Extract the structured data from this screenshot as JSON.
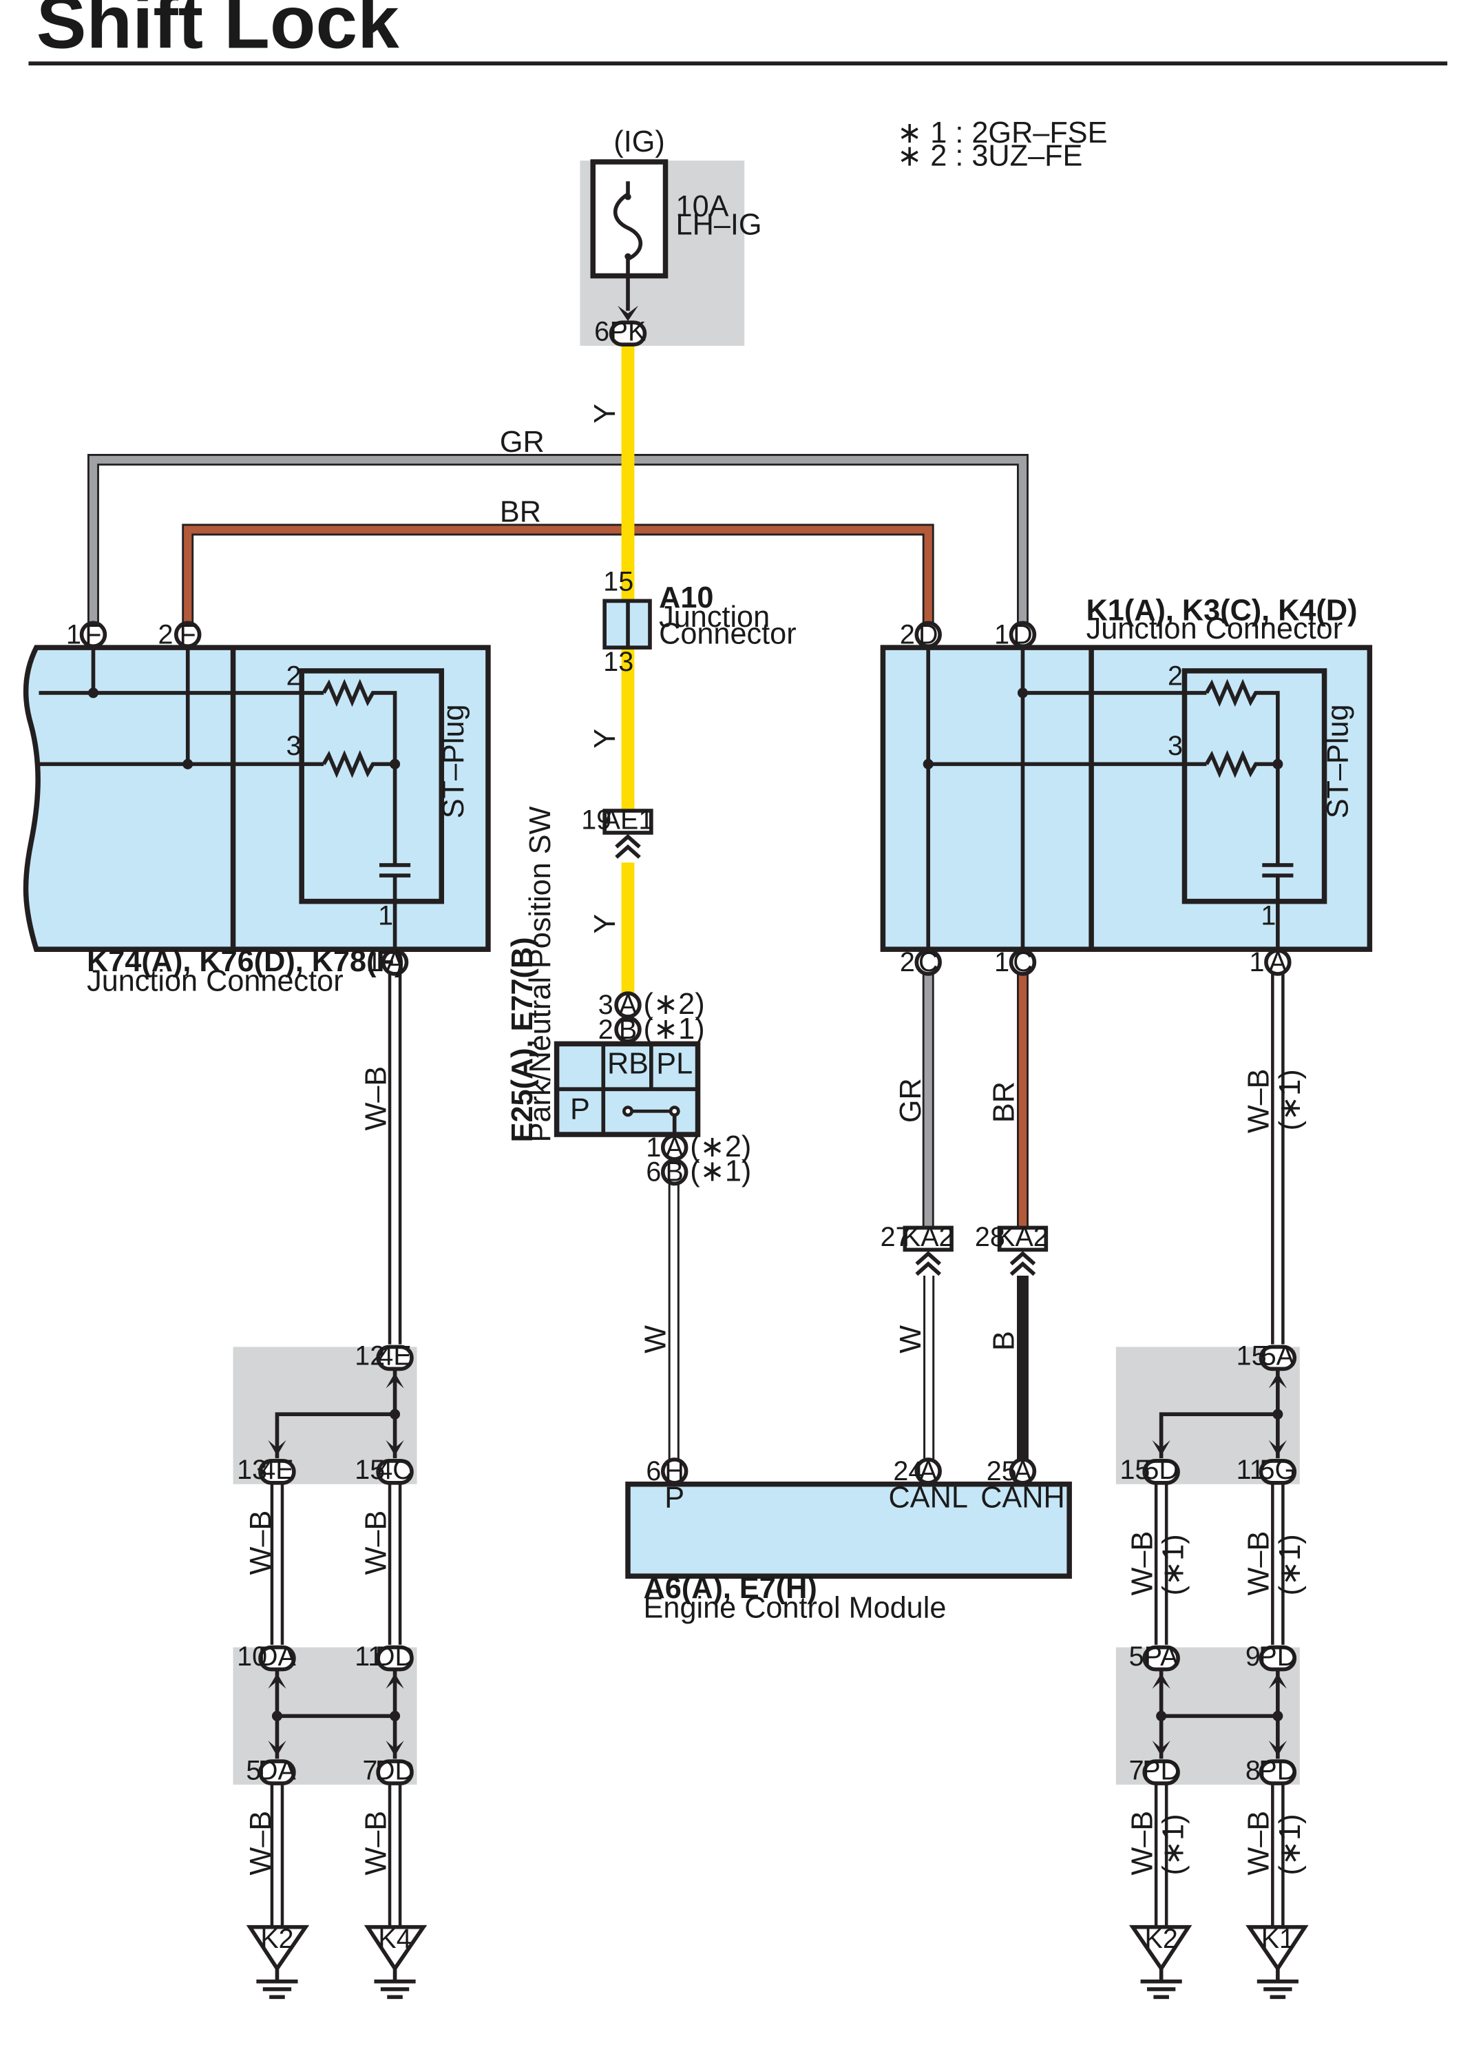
{
  "title": "Shift Lock",
  "notes": [
    "∗ 1 : 2GR–FSE",
    "∗ 2 : 3UZ–FE"
  ],
  "colors": {
    "wire_y": "#fedc00",
    "wire_gr": "#9fa1a4",
    "wire_br": "#b35a3a",
    "wire_b": "#231f20",
    "wire_w": "#ffffff",
    "box_blue": "#c5e6f6",
    "box_gray": "#d4d5d7"
  },
  "fuse": {
    "supply": "(IG)",
    "rating": "10A",
    "name": "LH–IG",
    "pin": "6",
    "conn": "PK"
  },
  "wires": {
    "y": "Y",
    "gr": "GR",
    "br": "BR",
    "wb": "W–B",
    "w": "W",
    "b": "B",
    "star1": "(∗1)"
  },
  "a10": {
    "code": "A10",
    "line1": "Junction",
    "line2": "Connector",
    "pin_top": "15",
    "pin_bot": "13"
  },
  "ae1": {
    "pin": "19",
    "conn": "AE1"
  },
  "jc_left": {
    "code": "K74(A), K76(D), K78(F)",
    "name": "Junction Connector",
    "pin_f1": "1",
    "conn_f1": "F",
    "pin_f2": "2",
    "conn_f2": "F",
    "inner2": "2",
    "inner3": "3",
    "inner1": "1",
    "plug": "ST–Plug",
    "pin_a": "1",
    "conn_a": "A"
  },
  "jc_right": {
    "code": "K1(A), K3(C), K4(D)",
    "name": "Junction Connector",
    "pin_d2": "2",
    "conn_d2": "D",
    "pin_d1": "1",
    "conn_d1": "D",
    "inner2": "2",
    "inner3": "3",
    "inner1": "1",
    "plug": "ST–Plug",
    "pin_c2": "2",
    "conn_c2": "C",
    "pin_c1": "1",
    "conn_c1": "C",
    "pin_a": "1",
    "conn_a": "A"
  },
  "pnp": {
    "code": "E25(A), E77(B)",
    "name": "Park/Neutral Position SW",
    "pin3": "3",
    "conn3": "A",
    "note3": "(∗2)",
    "pin2": "2",
    "conn2": "B",
    "note2": "(∗1)",
    "rb": "RB",
    "pl": "PL",
    "p": "P",
    "pin1": "1",
    "conn1": "A",
    "note1": "(∗2)",
    "pin6": "6",
    "conn6": "B",
    "note6": "(∗1)"
  },
  "ka2_l": {
    "pin": "27",
    "conn": "KA2"
  },
  "ka2_r": {
    "pin": "28",
    "conn": "KA2"
  },
  "ecm": {
    "code": "A6(A), E7(H)",
    "name": "Engine Control Module",
    "pin_p": "6",
    "conn_p": "H",
    "term_p": "P",
    "pin_canl": "24",
    "conn_canl": "A",
    "term_canl": "CANL",
    "pin_canh": "25",
    "conn_canh": "A",
    "term_canh": "CANH"
  },
  "left_junc": {
    "p12": "12",
    "c12": "4E",
    "p13": "13",
    "c13": "4E",
    "p15": "15",
    "c15": "4C",
    "p10": "10",
    "c10": "DA",
    "p11": "11",
    "c11": "DD",
    "p5": "5",
    "c5": "DA",
    "p7": "7",
    "c7": "DD"
  },
  "right_junc": {
    "p15t": "15",
    "c15t": "5A",
    "p15": "15",
    "c15": "5D",
    "p11": "11",
    "c11": "5G",
    "p5": "5",
    "c5": "PA",
    "p9": "9",
    "c9": "PD",
    "p7": "7",
    "c7": "PD",
    "p8": "8",
    "c8": "PD"
  },
  "grounds": [
    "K2",
    "K4",
    "K2",
    "K1"
  ]
}
